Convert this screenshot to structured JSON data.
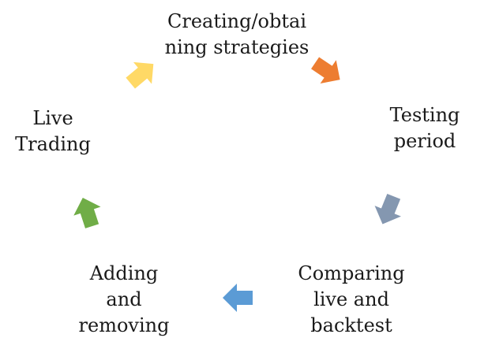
{
  "diagram": {
    "nodes": [
      {
        "id": "creating",
        "lines": [
          "Creating/obtai",
          "ning strategies"
        ]
      },
      {
        "id": "testing",
        "lines": [
          "Testing",
          "period"
        ]
      },
      {
        "id": "comparing",
        "lines": [
          "Comparing",
          "live and",
          "backtest"
        ]
      },
      {
        "id": "adding",
        "lines": [
          "Adding",
          "and",
          "removing"
        ]
      },
      {
        "id": "live",
        "lines": [
          "Live",
          "Trading"
        ]
      }
    ],
    "arrows": [
      {
        "name": "arrow-creating-to-testing",
        "color": "#ED7D31"
      },
      {
        "name": "arrow-testing-to-comparing",
        "color": "#8497B0"
      },
      {
        "name": "arrow-comparing-to-adding",
        "color": "#5B9BD5"
      },
      {
        "name": "arrow-adding-to-live",
        "color": "#70AD47"
      },
      {
        "name": "arrow-live-to-creating",
        "color": "#FFD966"
      }
    ]
  }
}
